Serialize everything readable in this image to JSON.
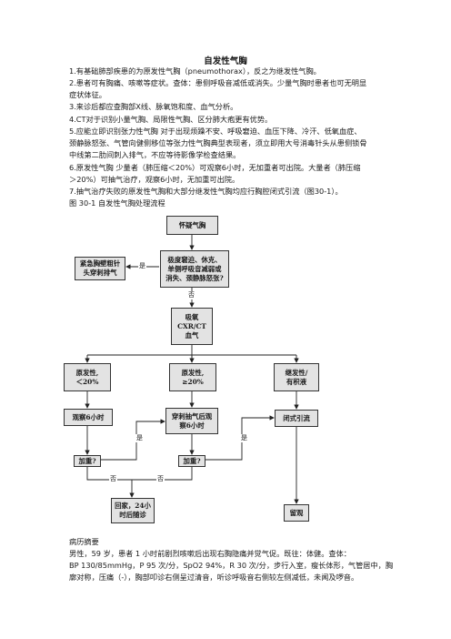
{
  "doc": {
    "title": "自发性气胸",
    "lines": [
      "1.有基础肺部疾患的为原发性气胸（pneumothorax），反之为继发性气胸。",
      "2.患者可有胸痛、咳嗽等症状。查体：患侧呼吸音减低或消失。少量气胸时患者也可无明显",
      "症状体征。",
      "3.来诊后都应查胸部X线、脉氧饱和度、血气分析。",
      "4.CT对于识别小量气胸、局限性气胸、区分肺大疱更有优势。",
      "5.应能立即识别张力性气胸   对于出现烦躁不安、呼吸窘迫、血压下降、冷汗、低氧血症、",
      "颈静脉怒张、气管向健侧移位等张力性气胸典型表现者，须立即用大号消毒针头从患侧锁骨",
      "中线第二肋间刺入排气，不应等待影像学检查结果。",
      "6.原发性气胸   少量者（肺压缩＜20%）可观察6小时，无加重者可出院。大量者（肺压缩",
      "＞20%）可抽气治疗，观察6小时，无加重可出院。",
      "7.抽气治疗失败的原发性气胸和大部分继发性气胸均应行胸腔闭式引流（图30-1）。",
      "图 30-1    自发性气胸处理流程"
    ],
    "case_title": "病历摘要",
    "case_lines": [
      "男性，59 岁，患者 1 小时前剧烈咳嗽后出现右胸隐痛并觉气促。既往：体健。查体：",
      "BP 130/85mmHg，P 95 次/分，SpO2 94%，R 30 次/分，步行入室，瘦长体形，气管居中，胸",
      "廓对称，压痛（-），胸部叩诊右侧呈过清音，听诊呼吸音右侧较左侧减低，未闻及啰音。"
    ]
  },
  "flow": {
    "suspect": "怀疑气胸",
    "urgent": [
      "紧急胸壁粗针",
      "头穿刺排气"
    ],
    "question": [
      "极度窘迫、休克、",
      "单侧呼吸音减弱或",
      "消失、颈静脉怒张?"
    ],
    "yes": "是",
    "no": "否",
    "tests": [
      "吸氧",
      "CXR/CT",
      "血气"
    ],
    "prim_small": [
      "原发性,",
      "＜20%"
    ],
    "prim_large": [
      "原发性,",
      "≥20%"
    ],
    "secondary": [
      "继发性/",
      "有积液"
    ],
    "observe": "观察6小时",
    "aspirate": [
      "穿刺抽气后观",
      "察6小时"
    ],
    "drain": "闭式引流",
    "worse1": "加重?",
    "worse2": "加重?",
    "home": [
      "回家，24小",
      "时后随诊"
    ],
    "admit": "留观"
  }
}
